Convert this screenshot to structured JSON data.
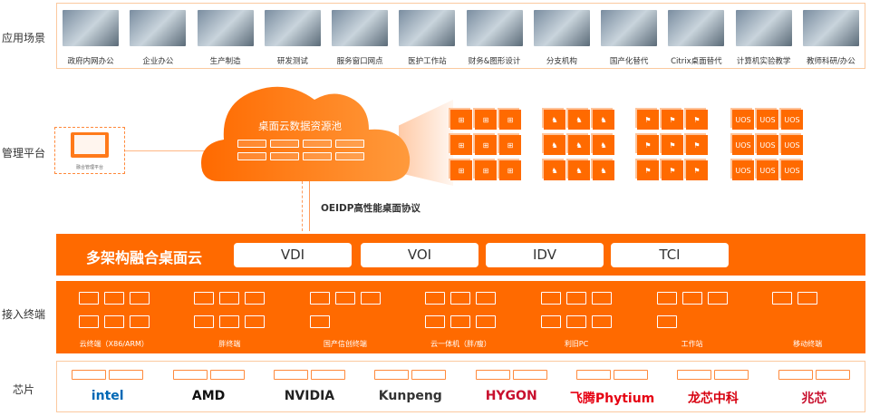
{
  "labels": {
    "scenes": "应用场景",
    "mgmt": "管理平台",
    "terminals": "接入终端",
    "chips": "芯片"
  },
  "scenes": [
    "政府内网办公",
    "企业办公",
    "生产制造",
    "研发测试",
    "服务窗口网点",
    "医护工作站",
    "财务&图形设计",
    "分支机构",
    "国产化替代",
    "Citrix桌面替代",
    "计算机实验教学",
    "教师科研/办公"
  ],
  "management": {
    "caption": "融合管理平台",
    "icon": "admin-monitor-icon"
  },
  "cloud": {
    "title": "桌面云数据资源池",
    "servers": 8
  },
  "os_groups": [
    {
      "icon": "windows-icon",
      "glyph": "⊞"
    },
    {
      "icon": "kylin-icon",
      "glyph": "♞"
    },
    {
      "icon": "windows-classic-icon",
      "glyph": "⚑"
    },
    {
      "icon": "uos-icon",
      "glyph": "UOS"
    }
  ],
  "protocol": "OEIDP高性能桌面协议",
  "platform": {
    "title": "多架构融合桌面云",
    "modes": [
      "VDI",
      "VOI",
      "IDV",
      "TCI"
    ]
  },
  "terminals": [
    "云终端（X86/ARM）",
    "胖终端",
    "国产信创终端",
    "云一体机（胖/瘦）",
    "利旧PC",
    "工作站",
    "移动终端"
  ],
  "chips": [
    {
      "name": "intel",
      "color": "#0068b5"
    },
    {
      "name": "AMD",
      "color": "#111111"
    },
    {
      "name": "NVIDIA",
      "color": "#222222"
    },
    {
      "name": "Kunpeng",
      "color": "#333333"
    },
    {
      "name": "HYGON",
      "color": "#c8102e"
    },
    {
      "name": "飞腾Phytium",
      "color": "#e60012"
    },
    {
      "name": "龙芯中科",
      "color": "#d7000f"
    },
    {
      "name": "兆芯",
      "color": "#c8102e"
    }
  ],
  "colors": {
    "accent": "#ff6a00",
    "border": "#fbc99f"
  }
}
